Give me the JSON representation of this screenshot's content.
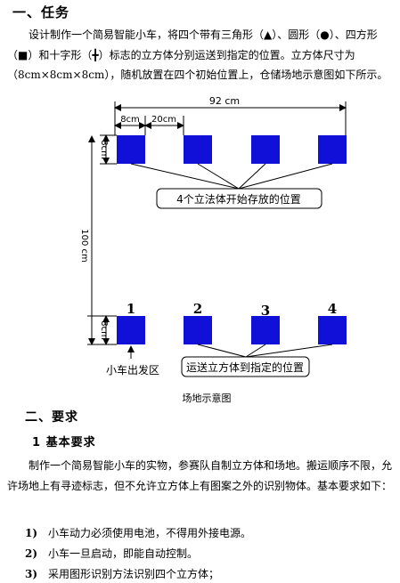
{
  "section1": {
    "heading": "一、任务",
    "paragraph": "设计制作一个简易智能小车，将四个带有三角形（▲）、圆形（●）、四方形（■）和十字形（╋）标志的立方体分别运送到指定的位置。立方体尺寸为（8cm×8cm×8cm），随机放置在四个初始位置上，仓储场地示意图如下所示。"
  },
  "diagram": {
    "dim_total": "92 cm",
    "dim_cube_width": "8cm",
    "dim_gap": "20cm",
    "dim_cube_height_top": "8cm",
    "dim_height": "100 cm",
    "dim_cube_height_bottom": "8cm",
    "top_callout": "4个立法体开始存放的位置",
    "bottom_callout": "运送立方体到指定的位置",
    "start_label": "小车出发区",
    "numbers": [
      "1",
      "2",
      "3",
      "4"
    ],
    "caption": "场地示意图",
    "cube_color": "#1010d8"
  },
  "section2": {
    "heading": "二、要求",
    "subheading": "1 基本要求",
    "paragraph": "制作一个简易智能小车的实物，参赛队自制立方体和场地。搬运顺序不限，允许场地上有寻迹标志，但不允许立方体上有图案之外的识别物体。基本要求如下：",
    "items": [
      {
        "num": "1)",
        "text": "小车动力必须使用电池，不得用外接电源。"
      },
      {
        "num": "2)",
        "text": "小车一旦启动，即能自动控制。"
      },
      {
        "num": "3)",
        "text": "采用图形识别方法识别四个立方体；"
      }
    ]
  }
}
